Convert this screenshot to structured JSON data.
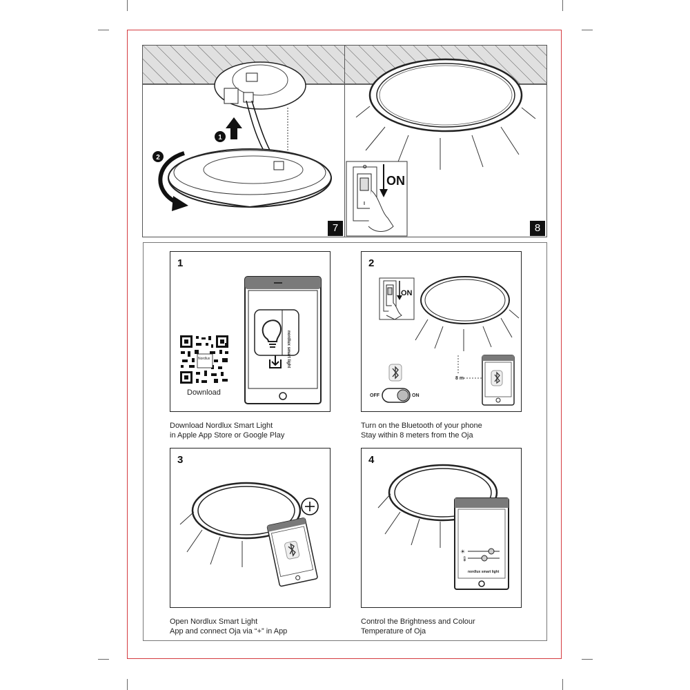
{
  "top_panels": [
    {
      "step": "7"
    },
    {
      "step": "8",
      "switch_label": "ON",
      "switch_top": "O",
      "switch_bottom": "I"
    }
  ],
  "steps": [
    {
      "number": "1",
      "qr_label": "Download",
      "app_label": "nordlux smart light",
      "qr_brand": "Nordlux",
      "caption_line1": "Download Nordlux Smart Light",
      "caption_line2": "in Apple App Store or Google Play"
    },
    {
      "number": "2",
      "switch_label": "ON",
      "distance": "8 m",
      "toggle_off": "OFF",
      "toggle_on": "ON",
      "caption_line1": "Turn on the Bluetooth of your phone",
      "caption_line2": "Stay within 8 meters from the Oja"
    },
    {
      "number": "3",
      "caption_line1": "Open Nordlux Smart Light",
      "caption_line2": "App and connect Oja via “+” in App"
    },
    {
      "number": "4",
      "app_label": "nordlux smart light",
      "caption_line1": "Control the Brightness and Colour",
      "caption_line2": "Temperature of Oja"
    }
  ]
}
